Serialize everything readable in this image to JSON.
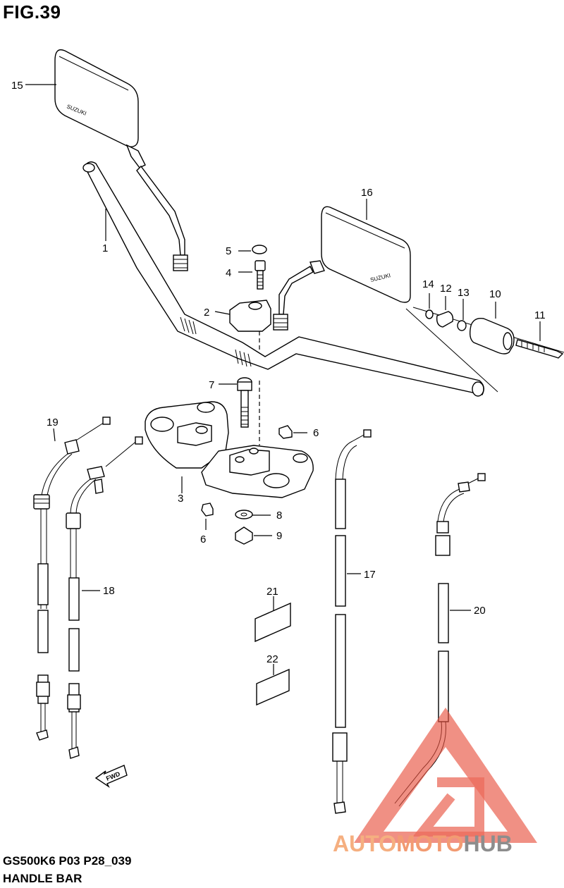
{
  "figure": {
    "title": "FIG.39",
    "model_code": "GS500K6 P03 P28_039",
    "section": "HANDLE BAR"
  },
  "callouts": [
    "15",
    "16",
    "1",
    "5",
    "4",
    "2",
    "14",
    "12",
    "13",
    "10",
    "11",
    "7",
    "6",
    "19",
    "3",
    "8",
    "9",
    "17",
    "18",
    "21",
    "22",
    "20",
    "6"
  ],
  "suzuki_mark": "SUZUKI",
  "fwd_label": "FWD",
  "watermark": {
    "part1": "AUTO",
    "part2": "MOTO",
    "part3": "HUB",
    "color_primary": "#f4a26b",
    "color_secondary": "#e8523f",
    "color_dark": "#7a7a7a"
  }
}
